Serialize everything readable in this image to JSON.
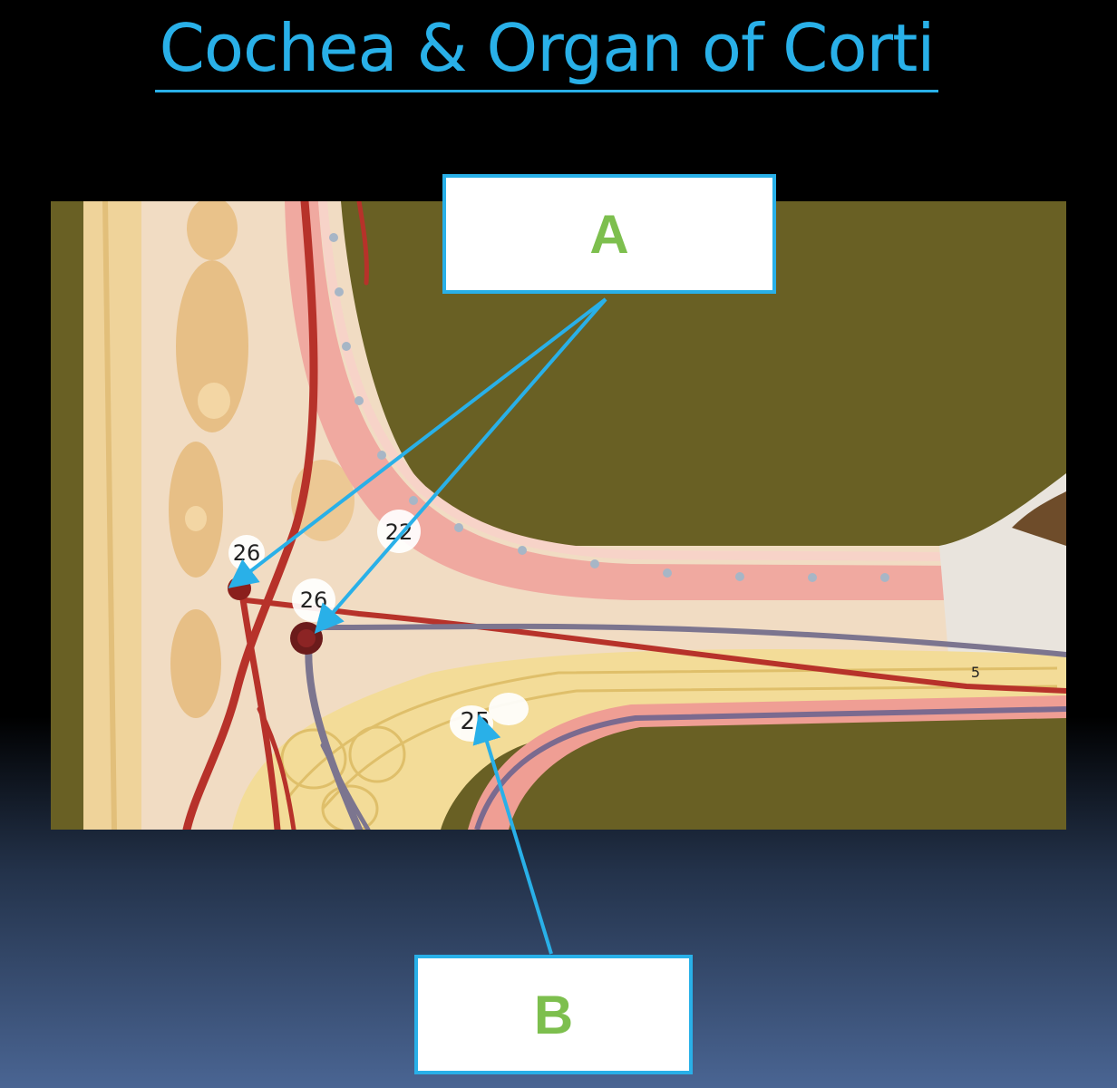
{
  "title": "Cochea & Organ of Corti",
  "labels": {
    "a": "A",
    "b": "B"
  },
  "markers": {
    "m1": "26",
    "m2": "22",
    "m3": "26",
    "m4": "25",
    "m5": "5"
  },
  "colors": {
    "accent": "#29b0e8",
    "label_text": "#7dbf4e"
  }
}
